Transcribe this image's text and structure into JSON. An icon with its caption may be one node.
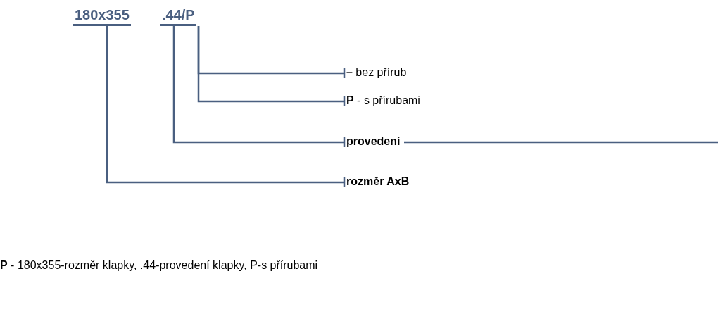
{
  "diagram": {
    "nodes": [
      {
        "text": [
          "180x355"
        ]
      },
      {
        "text": [
          ".44/P"
        ]
      },
      {
        "text": [
          "**–** bez přírub"
        ]
      },
      {
        "text": [
          "**P**  - s přírubami"
        ]
      },
      {
        "text": [
          "provedení"
        ]
      },
      {
        "text": [
          "rozměr AxB"
        ]
      }
    ],
    "edges": [
      {
        "from": 1,
        "to": 2,
        "arrow": "other"
      },
      {
        "from": 1,
        "to": 3,
        "arrow": "other"
      },
      {
        "from": 1,
        "to": 4,
        "arrow": "other"
      },
      {
        "from": 4,
        "to": null,
        "arrow": "none"
      },
      {
        "from": 0,
        "to": 5,
        "arrow": "other"
      }
    ],
    "labels": [
      "**P** - 180x355-rozměr klapky, .44-provedení klapky, P-s přírubami"
    ]
  }
}
